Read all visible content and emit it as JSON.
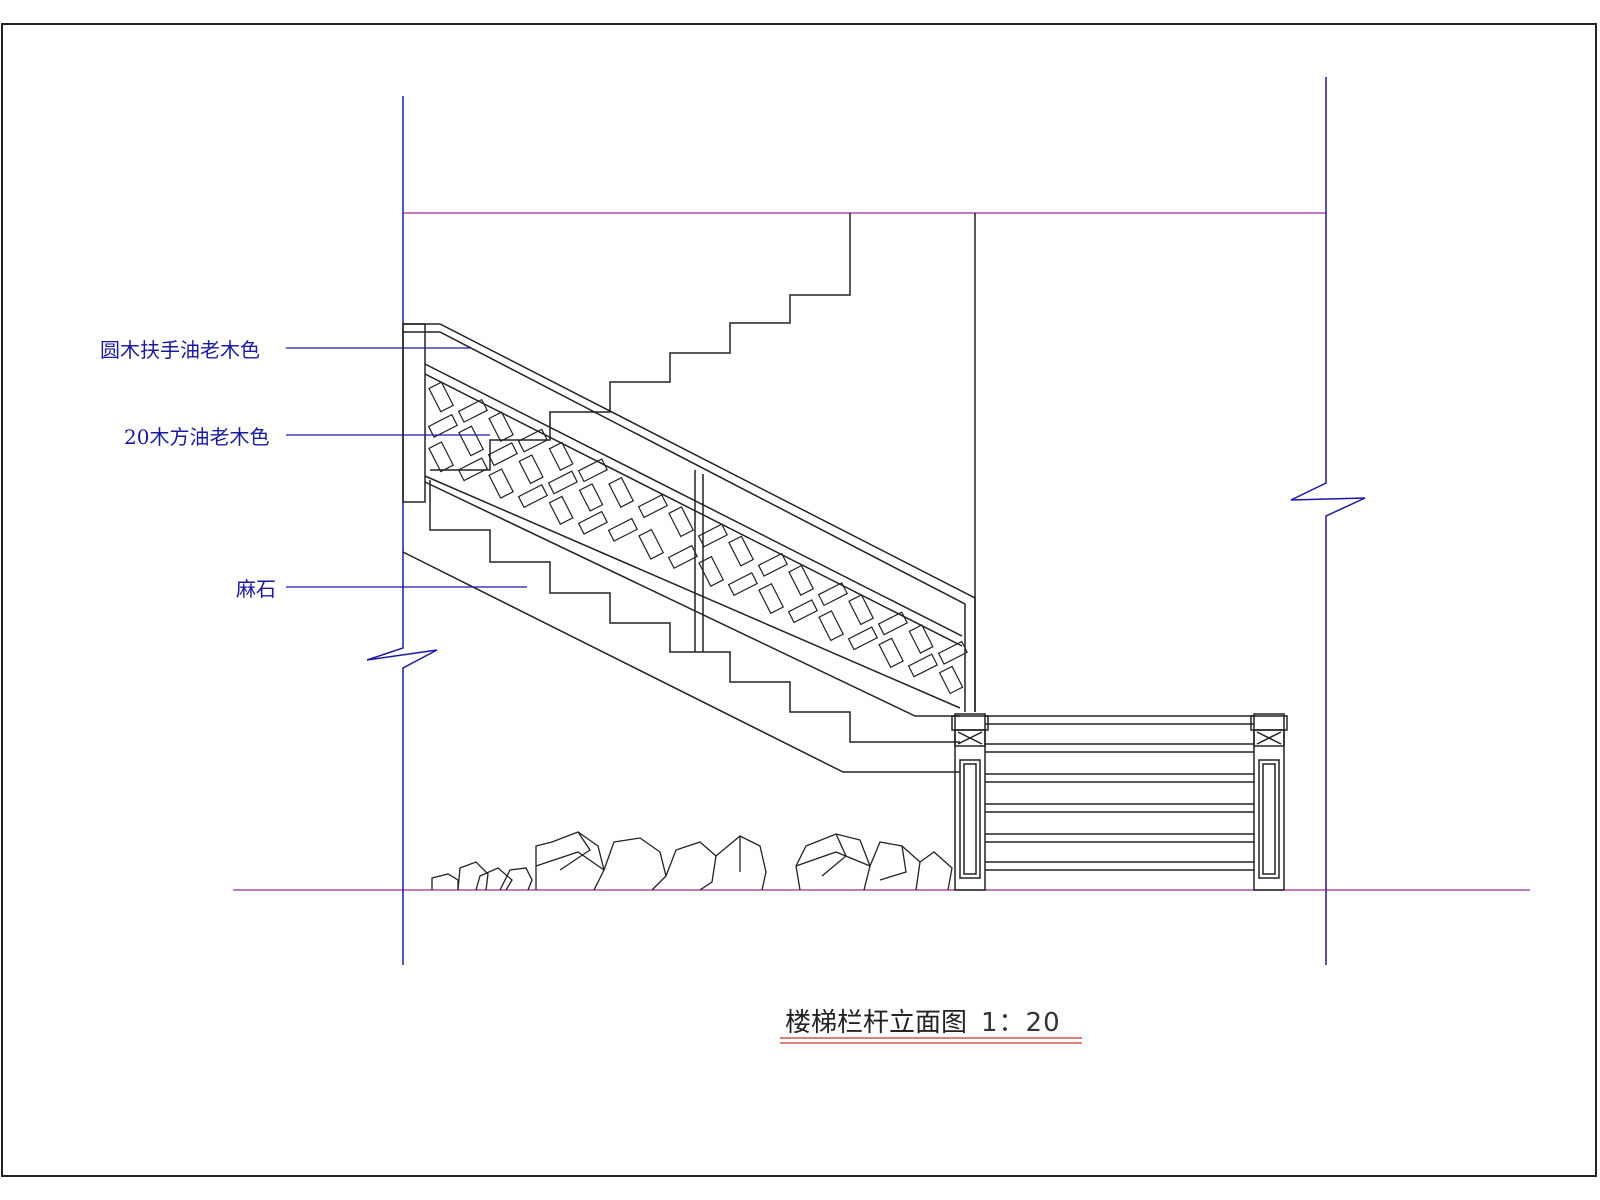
{
  "callouts": {
    "handrail": "圆木扶手油老木色",
    "balusters": "20木方油老木色",
    "stone": "麻石"
  },
  "title": {
    "text": "楼梯栏杆立面图",
    "scale": "1：20"
  },
  "colors": {
    "linework": "#1a1aa0",
    "reference": "#a0289a",
    "drawing": "#222222",
    "title_underline": "#c0392b"
  }
}
